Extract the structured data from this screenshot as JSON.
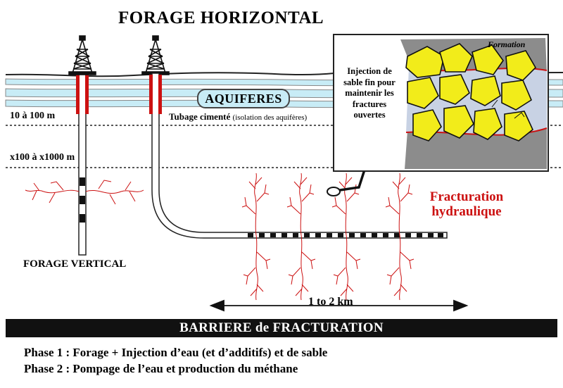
{
  "title": "FORAGE HORIZONTAL",
  "aquifer_label": "AQUIFERES",
  "depth_shallow": "10 à 100 m",
  "depth_deep": "x100 à x1000 m",
  "casing_label": "Tubage cimenté",
  "casing_note": "(isolation des aquifères)",
  "vertical_well_label": "FORAGE VERTICAL",
  "fracturing_label": "Fracturation hydraulique",
  "distance_label": "1 to 2 km",
  "inset": {
    "title": "Formation",
    "caption": "Injection de sable fin pour maintenir les fractures ouvertes"
  },
  "barrier_label": "BARRIERE de FRACTURATION",
  "phases": [
    "Phase 1 : Forage + Injection d’eau (et d’additifs) et de sable",
    "Phase 2 : Pompage de l’eau et production du méthane"
  ],
  "icons": {
    "derrick": "derrick-icon",
    "arrow": "arrow-icon"
  },
  "colors": {
    "aquifer": "#c8ecf6",
    "fracture": "#cc1111",
    "sand": "#f2ec1a",
    "formation": "#8c8c8c",
    "barrier": "#111111"
  }
}
